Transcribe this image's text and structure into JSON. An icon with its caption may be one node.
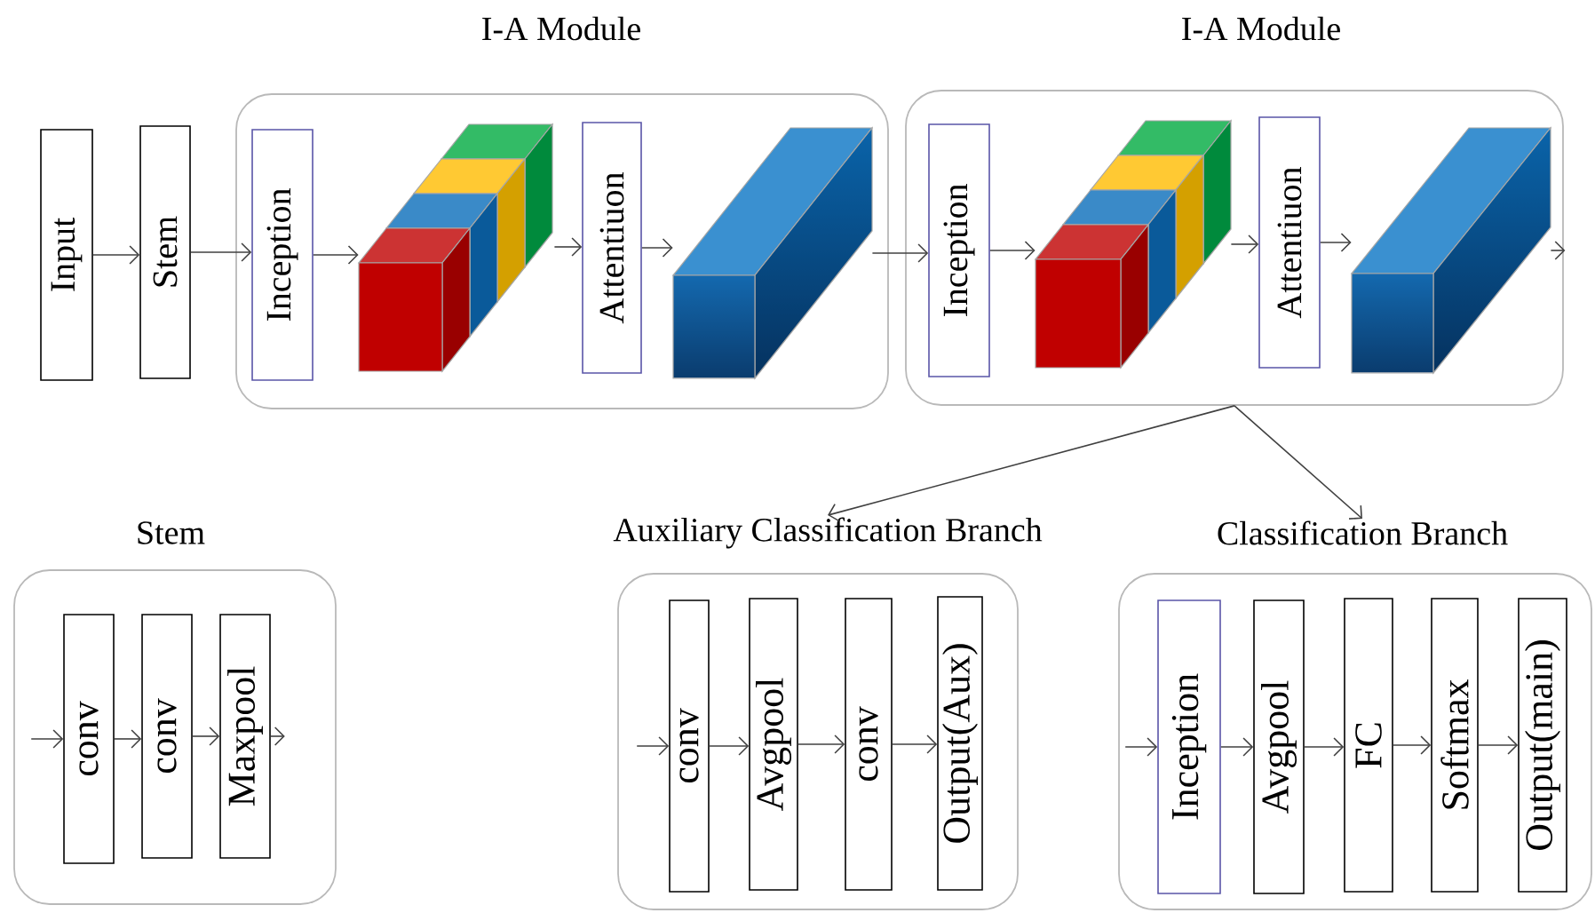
{
  "diagram": {
    "nodes": [
      {
        "text": [
          "Input"
        ]
      },
      {
        "text": [
          "Stem"
        ]
      },
      {
        "text": [
          "I-A Module"
        ]
      },
      {
        "text": [
          "Inception"
        ],
        "in": 2
      },
      {
        "text": [],
        "shape": "picture",
        "in": 2
      },
      {
        "text": [
          "Attentiuon"
        ],
        "in": 2
      },
      {
        "text": [],
        "shape": "picture",
        "in": 2
      },
      {
        "text": [
          "I-A Module"
        ]
      },
      {
        "text": [
          "Inception"
        ],
        "in": 7
      },
      {
        "text": [],
        "shape": "picture",
        "in": 7
      },
      {
        "text": [
          "Attentiuon"
        ],
        "in": 7
      },
      {
        "text": [],
        "shape": "picture",
        "in": 7
      },
      {
        "text": [
          "Stem"
        ]
      },
      {
        "text": [
          "conv"
        ],
        "in": 12
      },
      {
        "text": [
          "conv"
        ],
        "in": 12
      },
      {
        "text": [
          "Maxpool"
        ],
        "in": 12
      },
      {
        "text": [
          "Auxiliary Classification Branch"
        ]
      },
      {
        "text": [
          "conv"
        ],
        "in": 16
      },
      {
        "text": [
          "Avgpool"
        ],
        "in": 16
      },
      {
        "text": [
          "conv"
        ],
        "in": 16
      },
      {
        "text": [
          "Output(Aux)"
        ],
        "in": 16
      },
      {
        "text": [
          "Classification Branch"
        ]
      },
      {
        "text": [
          "Inception"
        ],
        "in": 21
      },
      {
        "text": [
          "Avgpool"
        ],
        "in": 21
      },
      {
        "text": [
          "FC"
        ],
        "in": 21
      },
      {
        "text": [
          "Softmax"
        ],
        "in": 21
      },
      {
        "text": [
          "Output(main)"
        ],
        "in": 21
      }
    ],
    "edges": [
      {
        "from": 0,
        "to": 1,
        "arrow": "to"
      },
      {
        "from": 1,
        "to": 3,
        "arrow": "to"
      },
      {
        "from": 3,
        "to": 4,
        "arrow": "to"
      },
      {
        "from": 4,
        "to": 5,
        "arrow": "to"
      },
      {
        "from": 5,
        "to": 6,
        "arrow": "to"
      },
      {
        "from": 6,
        "to": 8,
        "arrow": "to"
      },
      {
        "from": 8,
        "to": 9,
        "arrow": "to"
      },
      {
        "from": 9,
        "to": 10,
        "arrow": "to"
      },
      {
        "from": 10,
        "to": 11,
        "arrow": "to"
      },
      {
        "from": 11,
        "to": null,
        "arrow": "to"
      },
      {
        "from": 7,
        "to": 16,
        "arrow": "to"
      },
      {
        "from": 7,
        "to": 21,
        "arrow": "to"
      },
      {
        "from": null,
        "to": 13,
        "arrow": "to"
      },
      {
        "from": 13,
        "to": 14,
        "arrow": "to"
      },
      {
        "from": 14,
        "to": 15,
        "arrow": "to"
      },
      {
        "from": 15,
        "to": null,
        "arrow": "to"
      },
      {
        "from": null,
        "to": 17,
        "arrow": "to"
      },
      {
        "from": 17,
        "to": 18,
        "arrow": "to"
      },
      {
        "from": 18,
        "to": 19,
        "arrow": "to"
      },
      {
        "from": 19,
        "to": 20,
        "arrow": "to"
      },
      {
        "from": null,
        "to": 22,
        "arrow": "to"
      },
      {
        "from": 22,
        "to": 23,
        "arrow": "to"
      },
      {
        "from": 23,
        "to": 24,
        "arrow": "to"
      },
      {
        "from": 24,
        "to": 25,
        "arrow": "to"
      },
      {
        "from": 25,
        "to": 26,
        "arrow": "to"
      }
    ]
  }
}
